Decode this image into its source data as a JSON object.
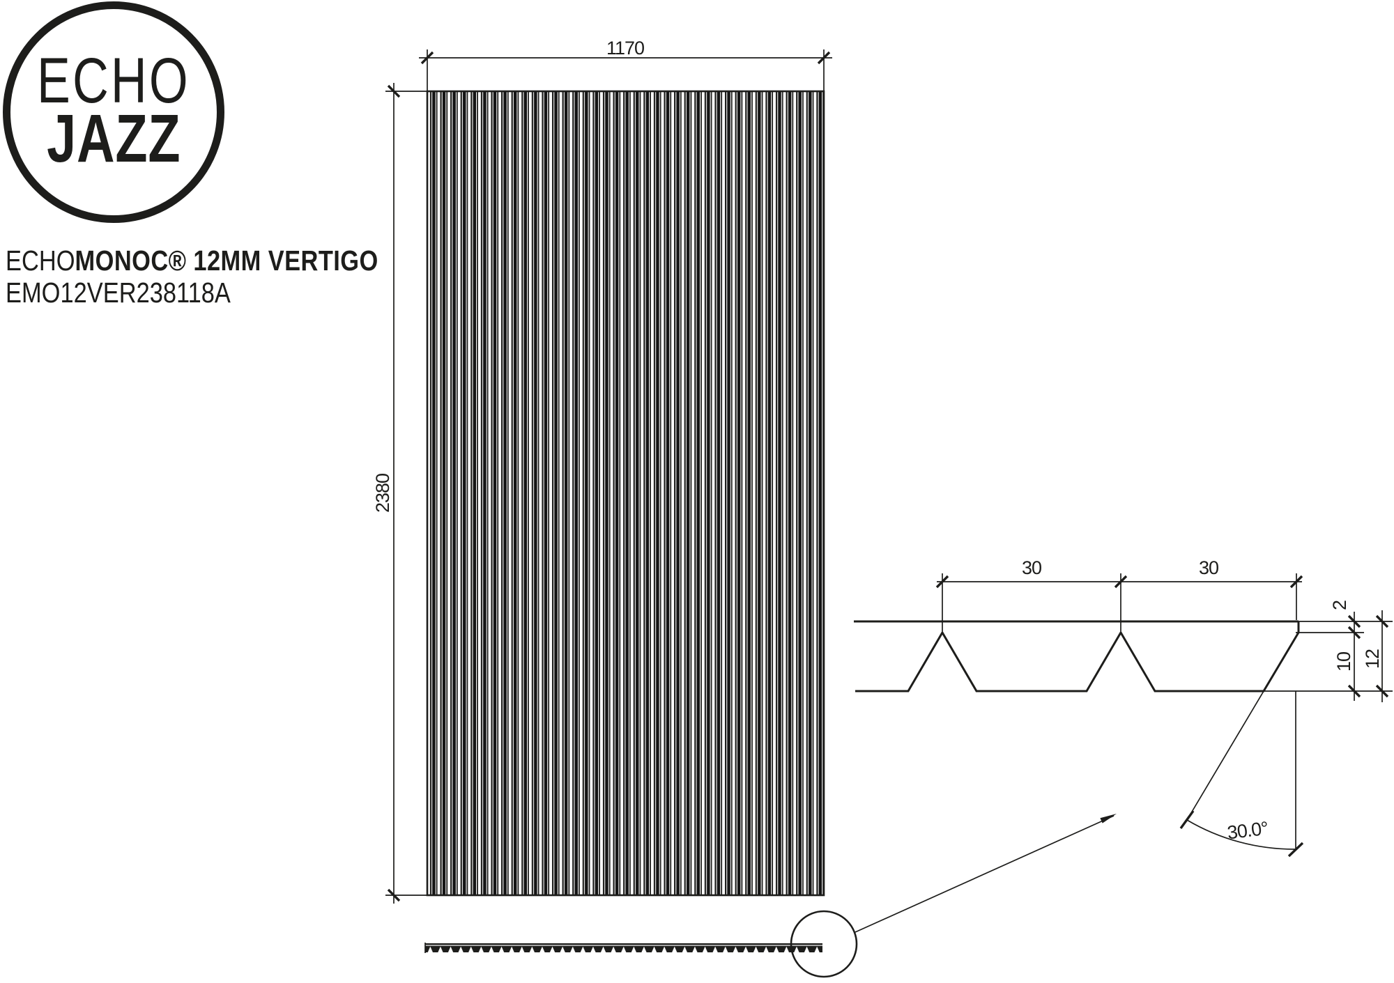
{
  "logo": {
    "top": "ECHO",
    "bottom": "JAZZ"
  },
  "title": {
    "light": "ECHO",
    "bold": "MONOC® 12MM VERTIGO",
    "code": "EMO12VER238118A"
  },
  "front_view": {
    "width": "1170",
    "height": "2380"
  },
  "detail": {
    "pitch_left": "30",
    "pitch_right": "30",
    "skin": "2",
    "groove": "10",
    "thickness": "12",
    "angle": "30.0°"
  },
  "colors": {
    "ink": "#1d1d1b",
    "background": "#ffffff"
  }
}
